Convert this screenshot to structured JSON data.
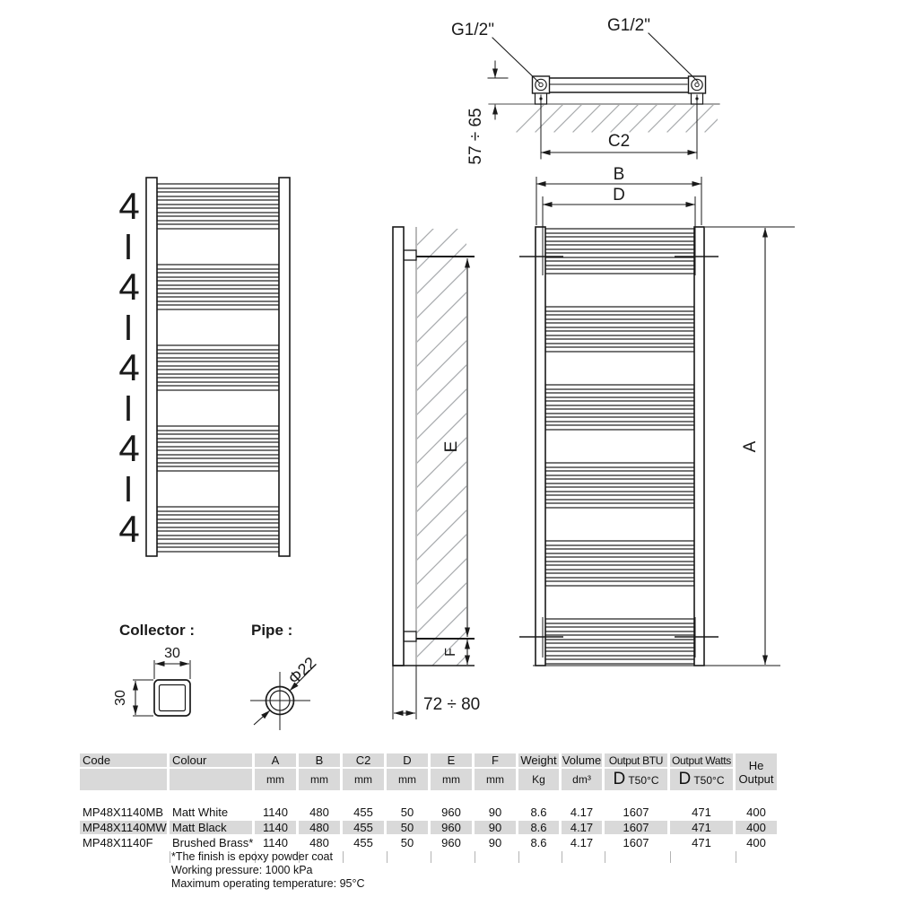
{
  "drawing": {
    "top_view": {
      "thread_left": "G1/2\"",
      "thread_right": "G1/2\"",
      "wall_offset": "57 ÷ 65",
      "width_label": "C2"
    },
    "left_view": {
      "groups": [
        "4",
        "4",
        "4",
        "4",
        "4"
      ]
    },
    "side_view": {
      "height_label": "E",
      "bottom_label": "F",
      "wall_distance": "72 ÷ 80"
    },
    "right_view": {
      "outer_width_label": "B",
      "pipe_width_label": "D",
      "height_label": "A"
    },
    "collector": {
      "title": "Collector :",
      "width": "30",
      "height": "30"
    },
    "pipe": {
      "title": "Pipe :",
      "diameter": "Φ22"
    }
  },
  "table": {
    "columns": [
      {
        "label": "Code",
        "unit": ""
      },
      {
        "label": "Colour",
        "unit": ""
      },
      {
        "label": "A",
        "unit": "mm"
      },
      {
        "label": "B",
        "unit": "mm"
      },
      {
        "label": "C2",
        "unit": "mm"
      },
      {
        "label": "D",
        "unit": "mm"
      },
      {
        "label": "E",
        "unit": "mm"
      },
      {
        "label": "F",
        "unit": "mm"
      },
      {
        "label": "Weight",
        "unit": "Kg"
      },
      {
        "label": "Volume",
        "unit": "dm³"
      },
      {
        "label": "Output BTU",
        "unit_big": "D",
        "unit_small": "T50°C"
      },
      {
        "label": "Output Watts",
        "unit_big": "D",
        "unit_small": "T50°C"
      },
      {
        "label": "He",
        "label2": "Output"
      }
    ],
    "rows": [
      {
        "cells": [
          "MP48X1140MB",
          "Matt White",
          "1140",
          "480",
          "455",
          "50",
          "960",
          "90",
          "8.6",
          "4.17",
          "1607",
          "471",
          "400"
        ]
      },
      {
        "cells": [
          "MP48X1140MW",
          "Matt Black",
          "1140",
          "480",
          "455",
          "50",
          "960",
          "90",
          "8.6",
          "4.17",
          "1607",
          "471",
          "400"
        ]
      },
      {
        "cells": [
          "MP48X1140F",
          "Brushed Brass*",
          "1140",
          "480",
          "455",
          "50",
          "960",
          "90",
          "8.6",
          "4.17",
          "1607",
          "471",
          "400"
        ]
      }
    ],
    "notes": [
      "*The finish is epoxy powder coat",
      "Working pressure: 1000 kPa",
      "Maximum operating temperature: 95°C"
    ]
  }
}
